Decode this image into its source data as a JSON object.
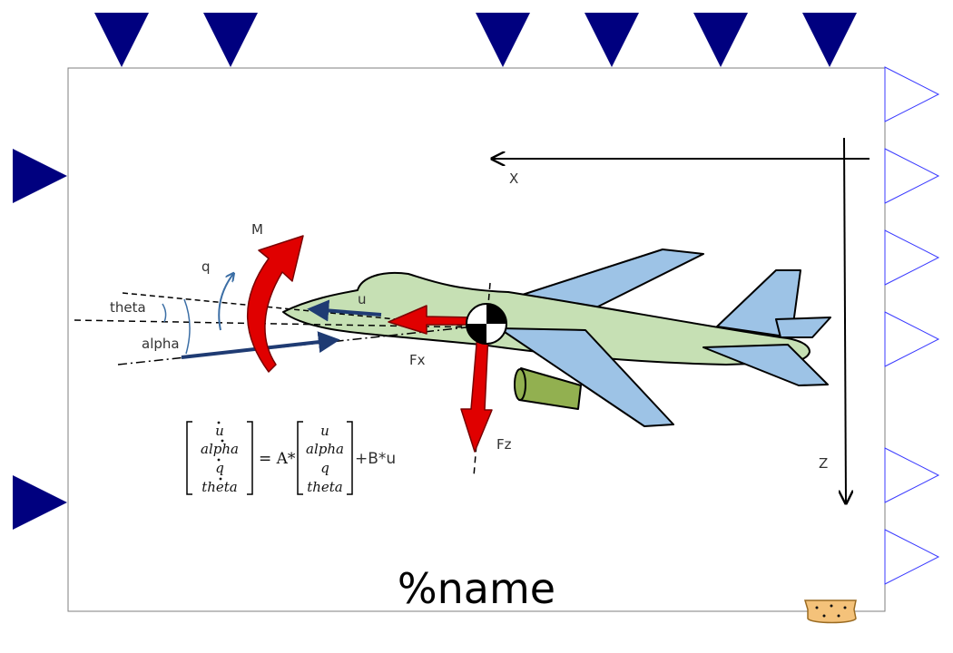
{
  "block": {
    "name_label": "%name"
  },
  "ports": {
    "top_input_count": 6,
    "left_input_count": 2,
    "right_output_count": 6
  },
  "icon": {
    "axes": {
      "x_label": "X",
      "z_label": "Z"
    },
    "labels": {
      "moment": "M",
      "pitch_rate": "q",
      "velocity": "u",
      "theta": "theta",
      "alpha": "alpha",
      "force_x": "Fx",
      "force_z": "Fz"
    },
    "equation": {
      "lhs": [
        "u",
        "alpha",
        "q",
        "theta"
      ],
      "rhs_vector": [
        "u",
        "alpha",
        "q",
        "theta"
      ],
      "equals_term": "= A*",
      "plus_term": "+B*u"
    }
  },
  "colors": {
    "port": "#00007f",
    "border": "#7f7f7f",
    "fuselage": "#c6e0b4",
    "wing": "#9dc3e6",
    "engine": "#92b050",
    "force_arrow": "#e00000",
    "velocity_arrow": "#1f3b73",
    "library_badge": "#f4c27a"
  }
}
